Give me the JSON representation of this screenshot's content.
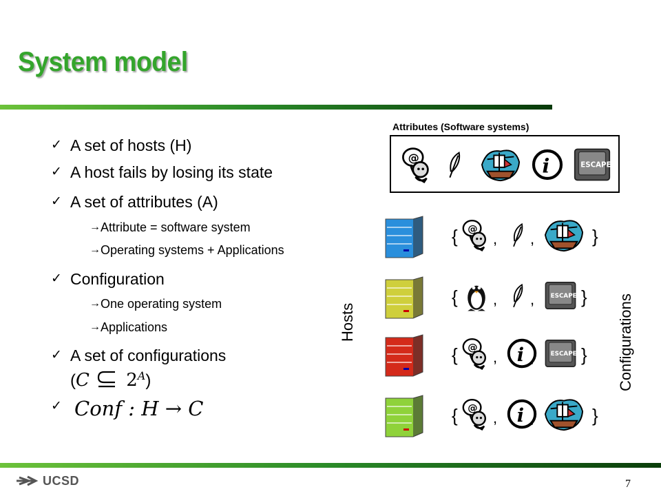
{
  "slide": {
    "title": "System model",
    "page_number": "7",
    "logo_text": "UCSD",
    "bullets": {
      "b1": "A set of hosts (H)",
      "b2": "A host fails by losing its state",
      "b3": "A set of attributes (A)",
      "b3_sub1": "Attribute = software system",
      "b3_sub2": "Operating systems + Applications",
      "b4": "Configuration",
      "b4_sub1": "One operating system",
      "b4_sub2": "Applications",
      "b5": "A set of configurations",
      "b5_formula_open": "(",
      "b5_formula_c": "C",
      "b5_formula_base": "2",
      "b5_formula_exp": "A",
      "b5_formula_close": ")",
      "b6_formula": "Conf : H → C"
    },
    "diagram": {
      "attributes_caption": "Attributes (Software systems)",
      "hosts_label": "Hosts",
      "configurations_label": "Configurations",
      "brace_open": "{",
      "brace_close": "}",
      "comma": ","
    },
    "icons": {
      "attributes": [
        "email-person-icon",
        "feather-icon",
        "ship-icon",
        "info-icon",
        "escape-key-icon"
      ],
      "hosts": [
        {
          "name": "server-blue-icon",
          "color": "#2a8fdc",
          "config": [
            "email-person-icon",
            "feather-icon",
            "ship-icon"
          ]
        },
        {
          "name": "server-yellow-icon",
          "color": "#cfcf3c",
          "config": [
            "penguin-icon",
            "feather-icon",
            "escape-key-icon"
          ]
        },
        {
          "name": "server-red-icon",
          "color": "#d42a1a",
          "config": [
            "email-person-icon",
            "info-icon",
            "escape-key-icon"
          ]
        },
        {
          "name": "server-green-icon",
          "color": "#8fd23a",
          "config": [
            "email-person-icon",
            "info-icon",
            "ship-icon"
          ]
        }
      ]
    },
    "colors": {
      "title": "#34a52c",
      "bar": "#2a8a28"
    }
  }
}
